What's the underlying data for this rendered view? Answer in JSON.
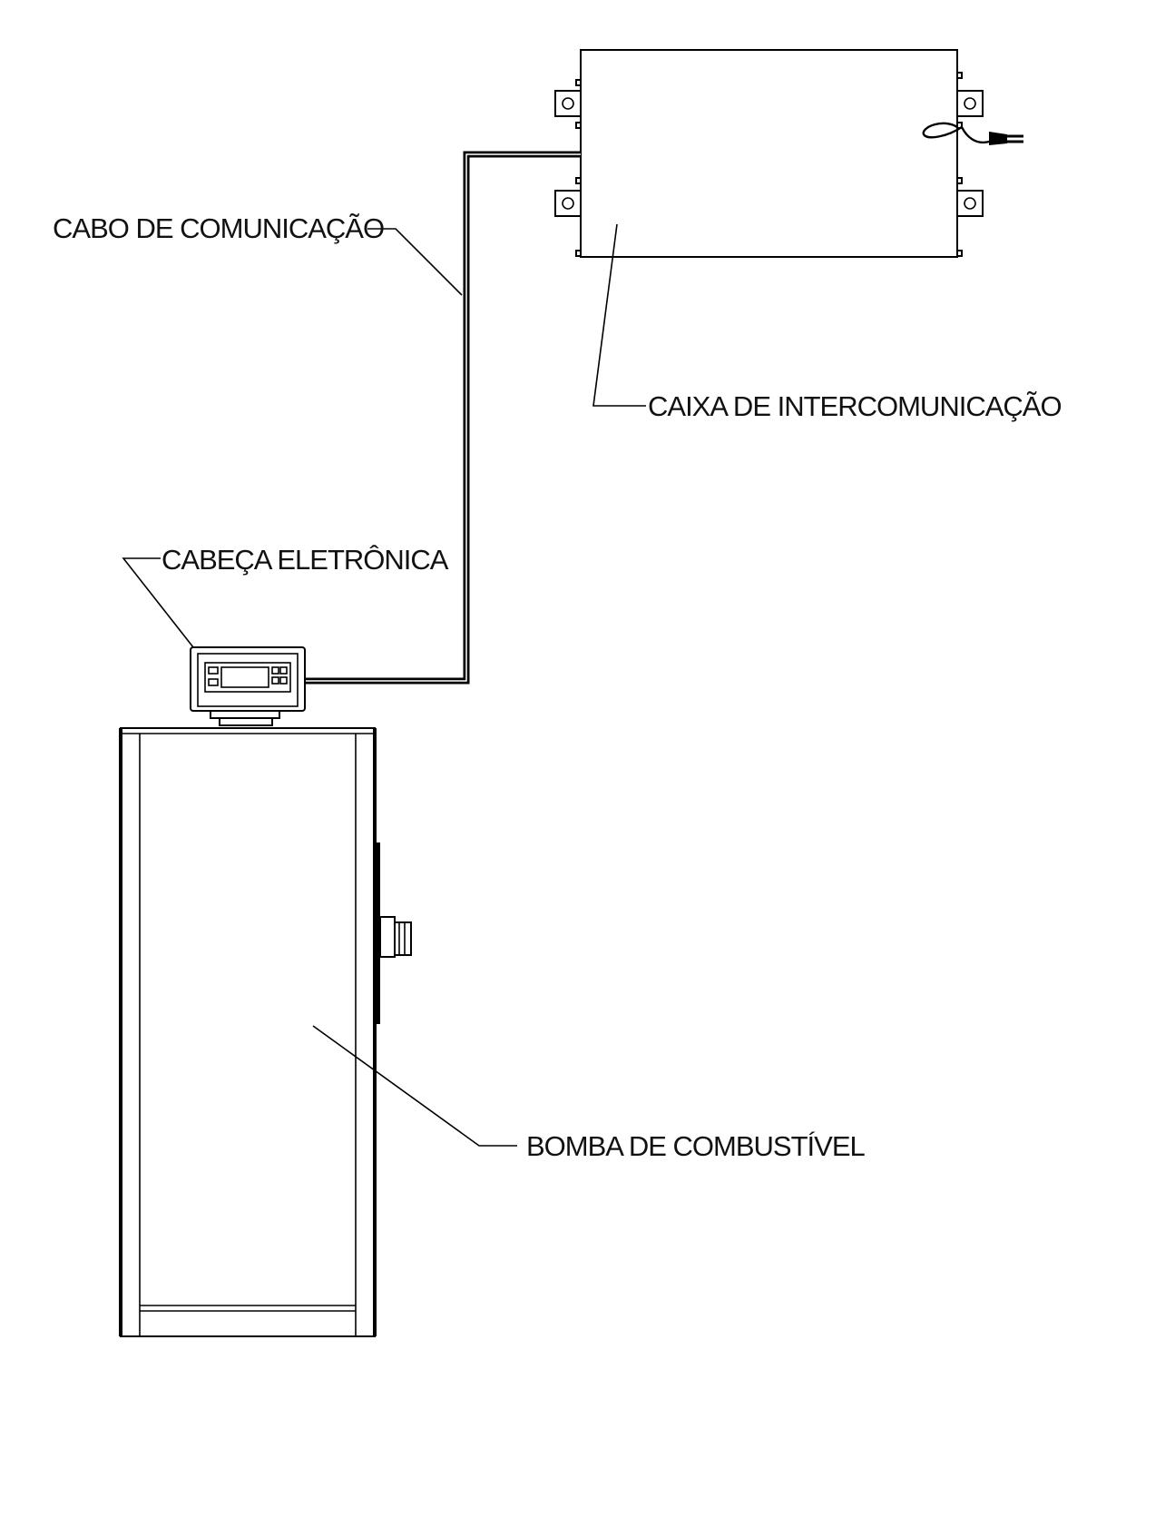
{
  "labels": {
    "cable": "CABO DE COMUNICAÇÃO",
    "intercom_box": "CAIXA DE INTERCOMUNICAÇÃO",
    "electronic_head": "CABEÇA ELETRÔNICA",
    "fuel_pump": "BOMBA DE COMBUSTÍVEL"
  },
  "colors": {
    "line": "#000000",
    "background": "#ffffff"
  }
}
